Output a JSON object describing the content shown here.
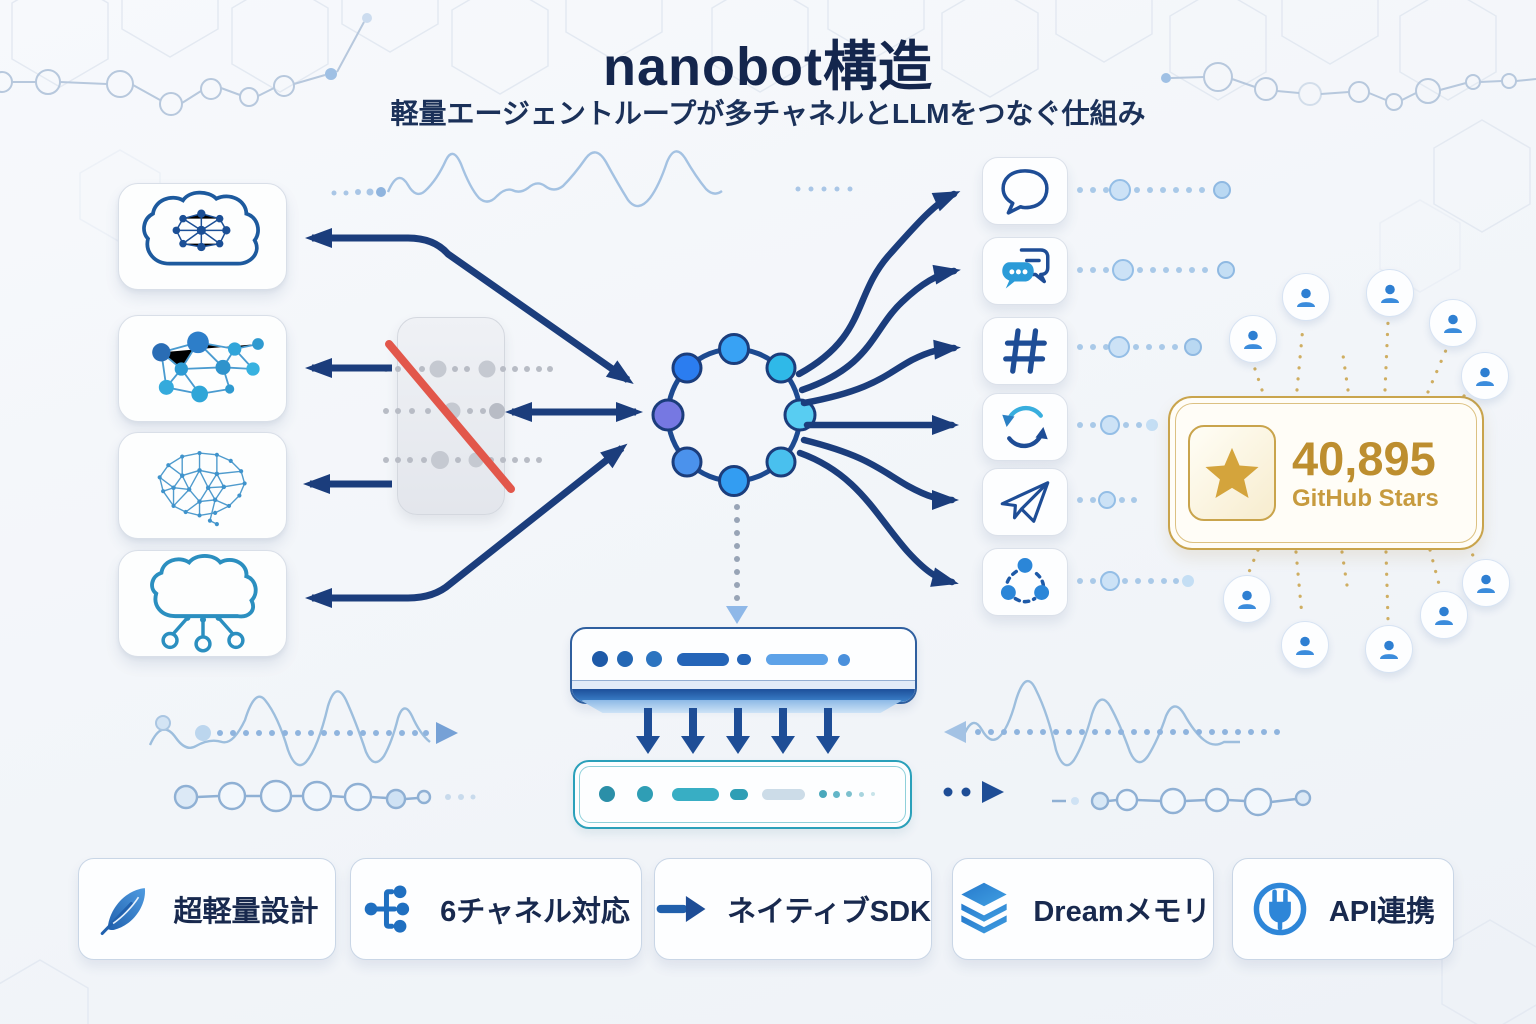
{
  "header": {
    "title": "nanobot構造",
    "subtitle": "軽量エージェントループが多チャネルとLLMをつなぐ仕組み"
  },
  "sources": {
    "items": [
      {
        "icon": "cloud-network-icon"
      },
      {
        "icon": "node-graph-icon"
      },
      {
        "icon": "neural-brain-icon"
      },
      {
        "icon": "cloud-endpoints-icon"
      }
    ]
  },
  "agent_loop": {
    "node_count": 8,
    "node_colors": [
      "#38a2f4",
      "#2fb9e8",
      "#58cdf2",
      "#49c0ee",
      "#339df2",
      "#4b92ec",
      "#7678e2",
      "#2b7df0"
    ]
  },
  "channels": [
    {
      "icon": "chat-bubble-icon"
    },
    {
      "icon": "group-chat-icon"
    },
    {
      "icon": "hashtag-icon"
    },
    {
      "icon": "sync-chat-icon"
    },
    {
      "icon": "paper-plane-icon"
    },
    {
      "icon": "share-nodes-icon"
    }
  ],
  "badge": {
    "stars": "40,895",
    "label": "GitHub Stars"
  },
  "features": [
    {
      "icon": "feather-icon",
      "label": "超軽量設計"
    },
    {
      "icon": "channel-split-icon",
      "label": "6チャネル対応"
    },
    {
      "icon": "arrow-right-icon",
      "label": "ネイティブSDK"
    },
    {
      "icon": "layers-icon",
      "label": "Dreamメモリ"
    },
    {
      "icon": "plug-icon",
      "label": "API連携"
    }
  ],
  "colors": {
    "navy": "#1b3d7c",
    "accent_blue": "#2e86d8",
    "teal": "#2aa0ba",
    "gold": "#c9a44c",
    "strike_red": "#e2574b"
  }
}
